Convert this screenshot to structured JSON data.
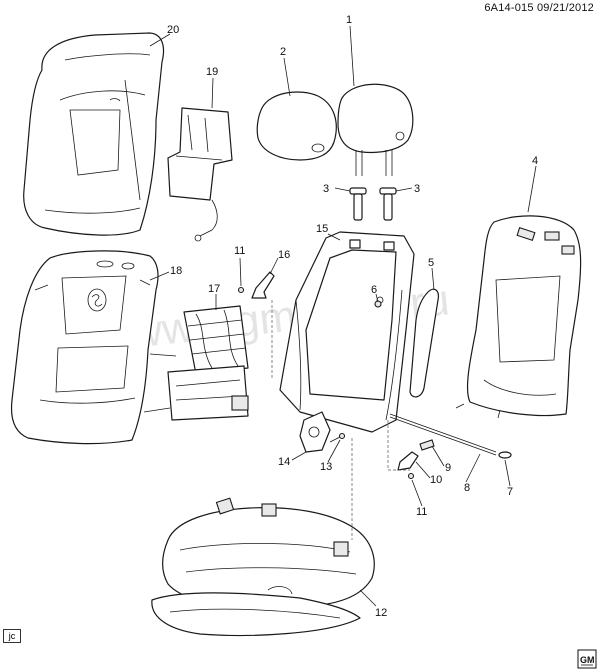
{
  "header": {
    "code": "6A14-015",
    "date": "09/21/2012"
  },
  "watermark": "www.gmsklad.ru",
  "corner_tag": "jc",
  "logo": "GM",
  "callouts": {
    "c1": "1",
    "c2": "2",
    "c3a": "3",
    "c3b": "3",
    "c4": "4",
    "c5": "5",
    "c6": "6",
    "c7": "7",
    "c8": "8",
    "c9": "9",
    "c10": "10",
    "c11a": "11",
    "c11b": "11",
    "c12": "12",
    "c13": "13",
    "c14": "14",
    "c15": "15",
    "c16": "16",
    "c17": "17",
    "c18": "18",
    "c19": "19",
    "c20": "20"
  }
}
